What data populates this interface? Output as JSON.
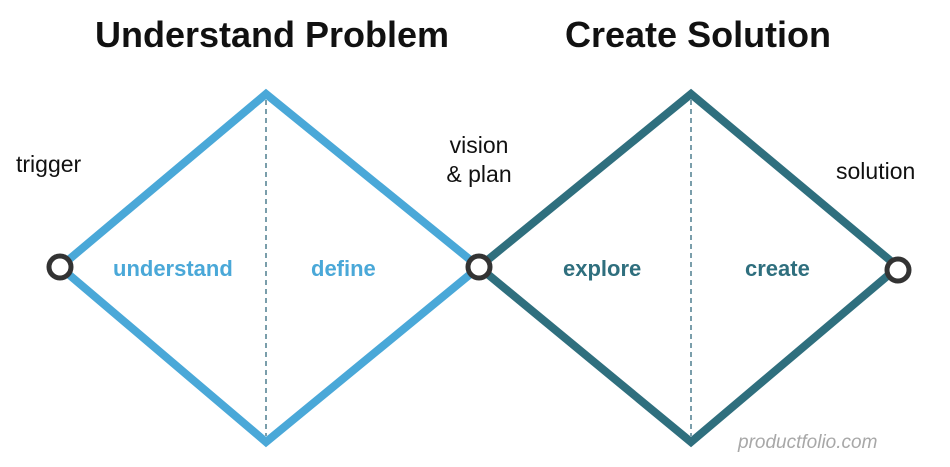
{
  "titles": {
    "left": "Understand Problem",
    "right": "Create Solution"
  },
  "nodes": {
    "start": "trigger",
    "middle_line1": "vision",
    "middle_line2": "& plan",
    "end": "solution"
  },
  "phases": {
    "understand": "understand",
    "define": "define",
    "explore": "explore",
    "create": "create"
  },
  "watermark": "productfolio.com",
  "colors": {
    "problem_diamond": "#4aa8d8",
    "solution_diamond": "#2f6f7e",
    "node_ring": "#333333",
    "divider": "#4f7f8f"
  }
}
